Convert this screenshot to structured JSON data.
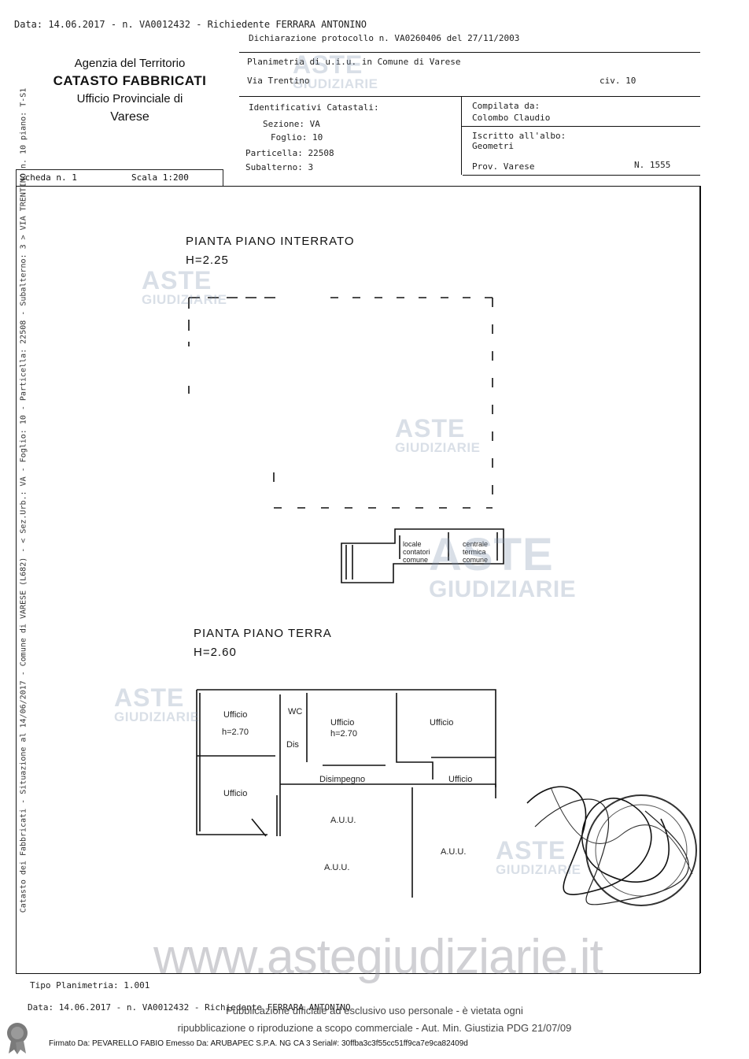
{
  "header": {
    "top_line": "Data: 14.06.2017 - n. VA0012432 - Richiedente FERRARA ANTONINO",
    "left": {
      "line1": "Agenzia del Territorio",
      "line2": "CATASTO FABBRICATI",
      "line3": "Ufficio Provinciale di",
      "line4": "Varese"
    },
    "protocol": "Dichiarazione protocollo n. VA0260406 del 27/11/2003",
    "planimetry": "Planimetria di u.i.u. in Comune di Varese",
    "street": "Via Trentino",
    "civ": "civ. 10",
    "ident_title": "Identificativi Catastali:",
    "sezione": "Sezione: VA",
    "foglio": "Foglio: 10",
    "particella": "Particella: 22508",
    "subalterno": "Subalterno: 3",
    "compilata_label": "Compilata da:",
    "compilata_name": "Colombo Claudio",
    "iscritto_label": "Iscritto all'albo:",
    "iscritto_value": "Geometri",
    "prov": "Prov. Varese",
    "numero": "N. 1555",
    "scheda": "Scheda n. 1",
    "scala": "Scala 1:200"
  },
  "plans": {
    "interrato_title": "PIANTA PIANO INTERRATO",
    "interrato_h": "H=2.25",
    "interrato_rooms": [
      "locale contatori comune",
      "centrale termica comune"
    ],
    "terra_title": "PIANTA PIANO TERRA",
    "terra_h": "H=2.60",
    "terra_rooms": {
      "ufficio1": "Ufficio",
      "ufficio1_h": "h=2.70",
      "wc": "WC",
      "dis": "Dis",
      "ufficio2": "Ufficio",
      "ufficio2_h": "h=2.70",
      "ufficio3": "Ufficio",
      "ufficio4": "Ufficio",
      "ufficio5": "Ufficio",
      "disimpegno": "Disimpegno",
      "altro1": "A.U.U.",
      "altro2": "A.U.U.",
      "altro3": "A.U.U."
    }
  },
  "watermark": {
    "aste": "ASTE",
    "giudiziarie": "GIUDIZIARIE",
    "site": "www.astegiudiziarie.it"
  },
  "margins": {
    "left_text": "Catasto dei Fabbricati - Situazione al 14/06/2017 - Comune di VARESE (L682) - < Sez.Urb.: VA - Foglio: 10 - Particella: 22508 - Subalterno: 3 > VIA TRENTINO n. 10 piano: T-S1"
  },
  "footer": {
    "tipo": "Tipo Planimetria: 1.001",
    "line": "Data: 14.06.2017 - n. VA0012432 - Richiedente FERRARA ANTONINO",
    "notice1": "Pubblicazione ufficiale ad esclusivo uso personale - è vietata ogni",
    "notice2": "ripubblicazione o riproduzione a scopo commerciale - Aut. Min. Giustizia PDG 21/07/09",
    "signature": "Firmato Da: PEVARELLO FABIO Emesso Da: ARUBAPEC S.P.A. NG CA 3 Serial#: 30ffba3c3f55cc51ff9ca7e9ca82409d"
  }
}
